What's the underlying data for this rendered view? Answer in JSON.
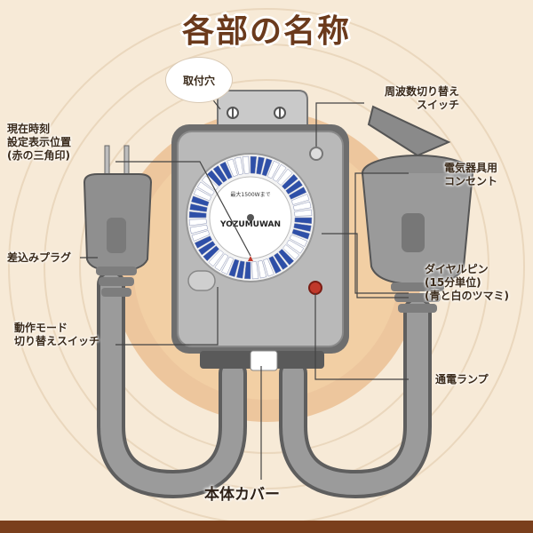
{
  "title": "各部の名称",
  "labels": {
    "mounting_hole": "取付穴",
    "frequency_switch": [
      "周波数切り替え",
      "スイッチ"
    ],
    "current_time_indicator": [
      "現在時刻",
      "設定表示位置",
      "(赤の三角印)"
    ],
    "outlet": [
      "電気器具用",
      "コンセント"
    ],
    "plug": "差込みプラグ",
    "dial_pins": [
      "ダイヤルピン",
      "(15分単位)",
      "(青と白のツマミ)"
    ],
    "mode_switch": [
      "動作モード",
      "切り替えスイッチ"
    ],
    "power_lamp": "通電ランプ",
    "body_cover": "本体カバー"
  },
  "dial": {
    "brand": "YOZUMUWAN",
    "max_text": "最大1500Wまで"
  },
  "colors": {
    "background": "#f7ead7",
    "title": "#6b3a1c",
    "device_gray": "#9a9a9a",
    "dial_blue": "#2e4fa8",
    "lamp_red": "#c0392b"
  }
}
